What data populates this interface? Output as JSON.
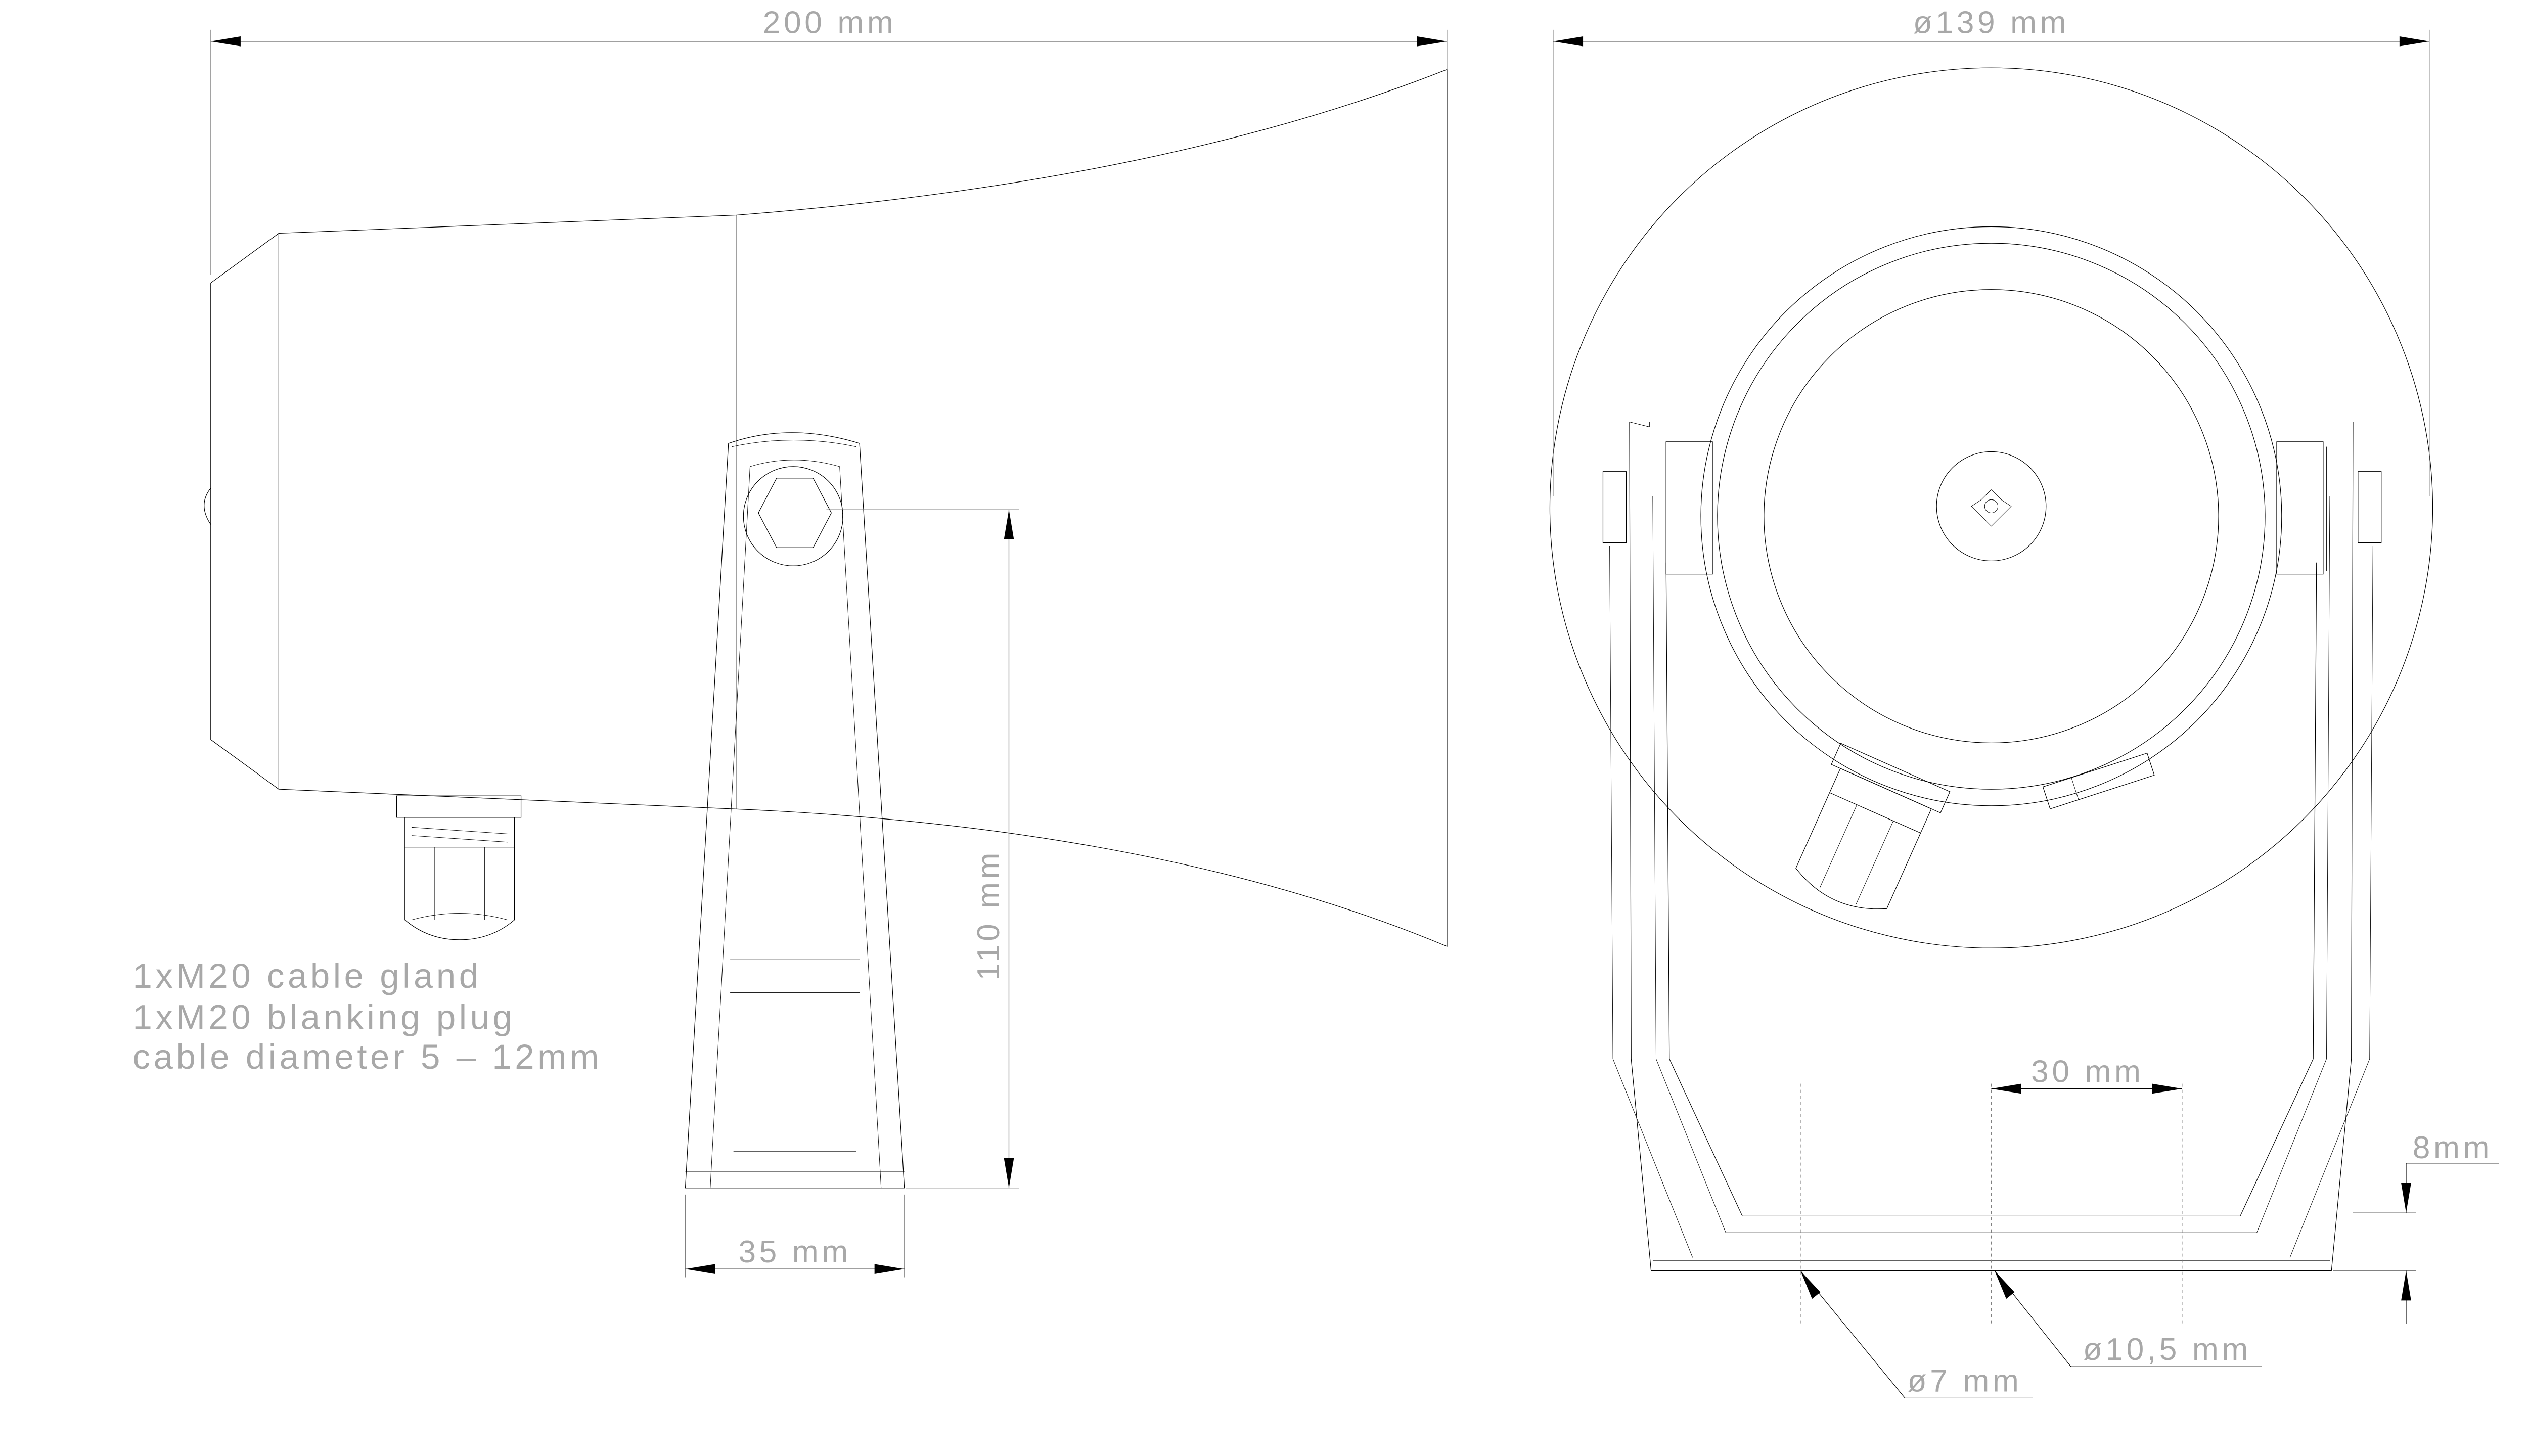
{
  "dimensions": {
    "overall_length": "200 mm",
    "diameter": "ø139 mm",
    "mount_height": "110 mm",
    "bracket_width": "35 mm",
    "hole_spacing": "30 mm",
    "bracket_thickness": "8mm",
    "hole_small": "ø7 mm",
    "hole_large": "ø10,5 mm"
  },
  "notes": [
    "1xM20 cable gland",
    "1xM20 blanking plug",
    "cable diameter 5 – 12mm"
  ],
  "colors": {
    "line": "#000000",
    "dimension_text": "#a8a8a8",
    "extension_line": "#808080"
  }
}
